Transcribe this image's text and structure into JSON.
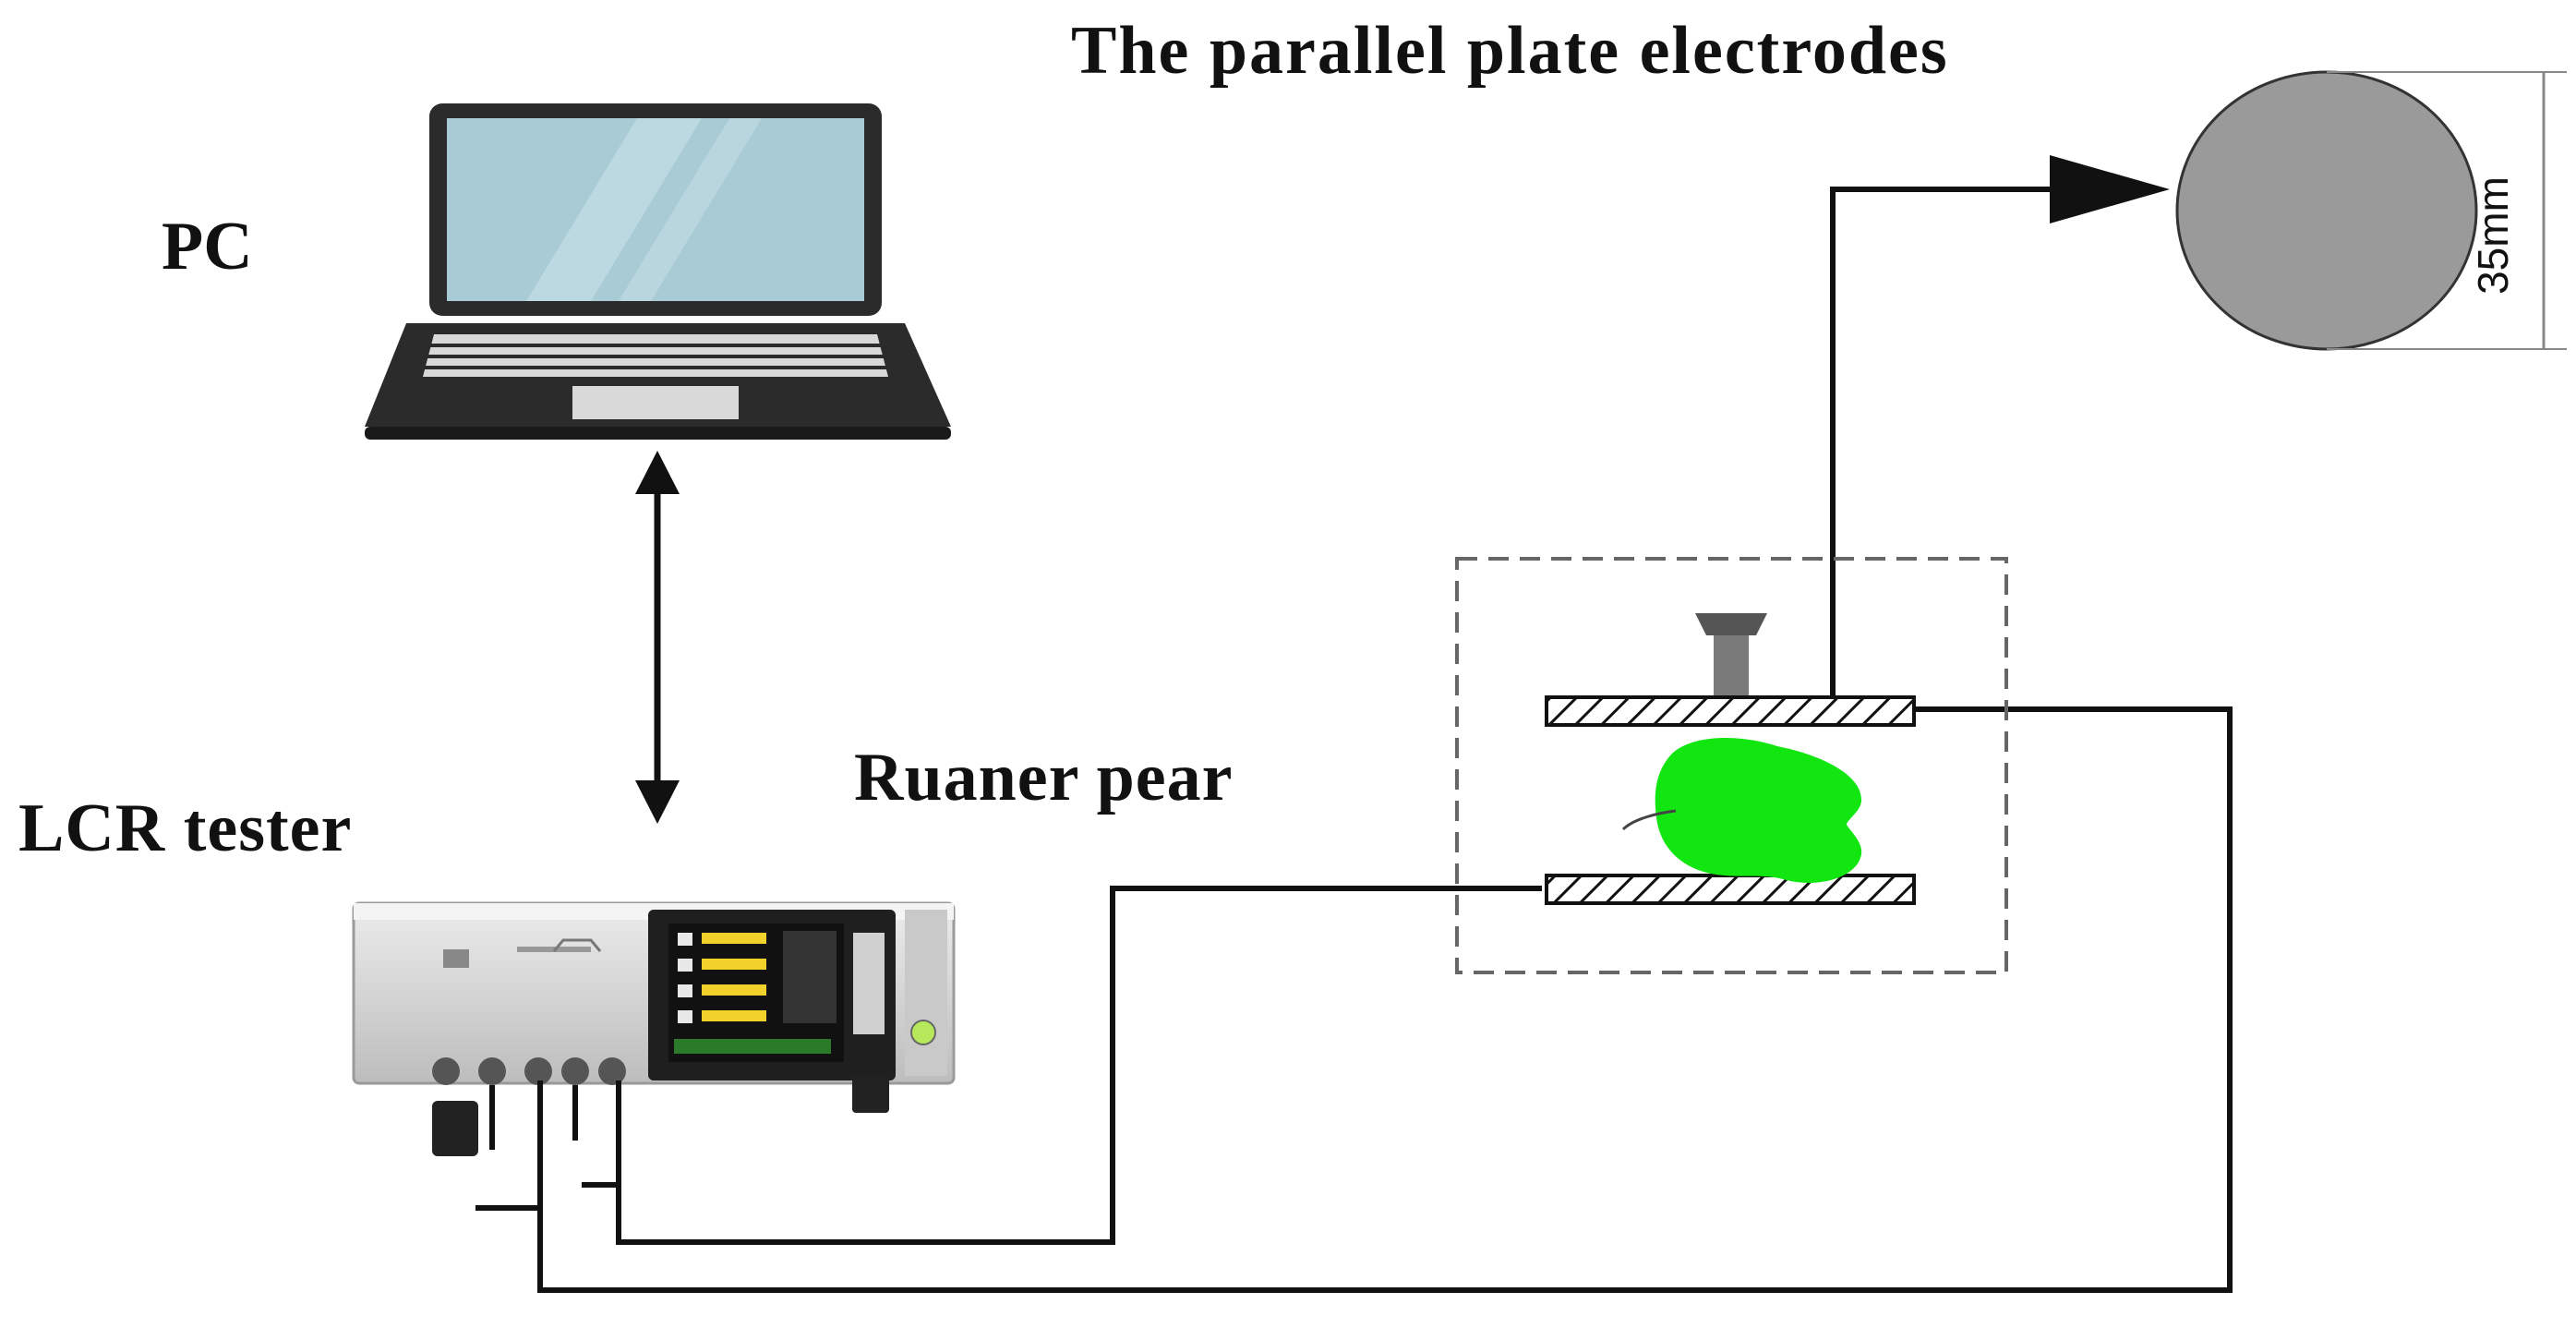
{
  "labels": {
    "electrodes_title": "The parallel plate electrodes",
    "pc": "PC",
    "pear": "Ruaner pear",
    "lcr_tester": "LCR  tester",
    "diameter": "35mm"
  },
  "colors": {
    "line": "#111111",
    "electrode_disc": "#9a9a9a",
    "pear": "#11e611",
    "laptop_body": "#2b2b2b",
    "laptop_screen": "#a9cbd6",
    "instrument_body": "#dcdcdc",
    "instrument_screen": "#111111"
  },
  "icons": {
    "pc": "laptop-icon",
    "lcr": "lcr-meter-icon",
    "sample": "pear-icon"
  }
}
